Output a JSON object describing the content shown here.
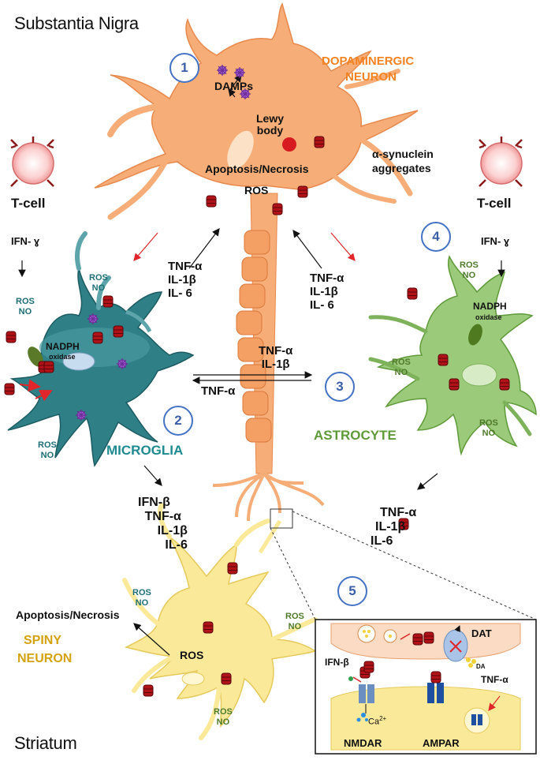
{
  "regions": {
    "top": "Substantia Nigra",
    "bottom": "Striatum"
  },
  "cells": {
    "dopaminergic": [
      "DOPAMINERGIC",
      "NEURON"
    ],
    "microglia": "MICROGLIA",
    "astrocyte": "ASTROCYTE",
    "spiny": [
      "SPINY",
      "NEURON"
    ],
    "tcell": "T-cell"
  },
  "numbers": [
    "1",
    "2",
    "3",
    "4",
    "5"
  ],
  "labels": {
    "damps": "DAMPs",
    "lewy": [
      "Lewy",
      "body"
    ],
    "synuclein": [
      "α-synuclein",
      "aggregates"
    ],
    "apoptosis": "Apoptosis/Necrosis",
    "ros": "ROS",
    "ifn_gamma": "IFN- ɣ",
    "nadph": "NADPH",
    "oxidase": "oxidase",
    "ros_no": [
      "ROS",
      "NO"
    ],
    "ifn_beta": "IFN-β",
    "tnf": "TNF-α",
    "il1b": "IL-1β",
    "il6": "IL- 6",
    "il6b": "IL-6"
  },
  "inset": {
    "dat": "DAT",
    "da": "DA",
    "ifn_beta": "IFN-β",
    "tnf": "TNF-α",
    "ca": "Ca",
    "ca_sup": "2+",
    "nmdar": "NMDAR",
    "ampar": "AMPAR"
  },
  "colors": {
    "neuron": "#f5a76a",
    "microglia": "#2e7f86",
    "astrocyte": "#8cc06a",
    "spiny": "#fbe99a",
    "number_ring": "#4472c4",
    "dopa_text": "#f58220",
    "microglia_text": "#1f8a8f",
    "astro_text": "#5f9a3a",
    "spiny_text": "#d4a20f",
    "red_arrow": "#e0262a"
  }
}
